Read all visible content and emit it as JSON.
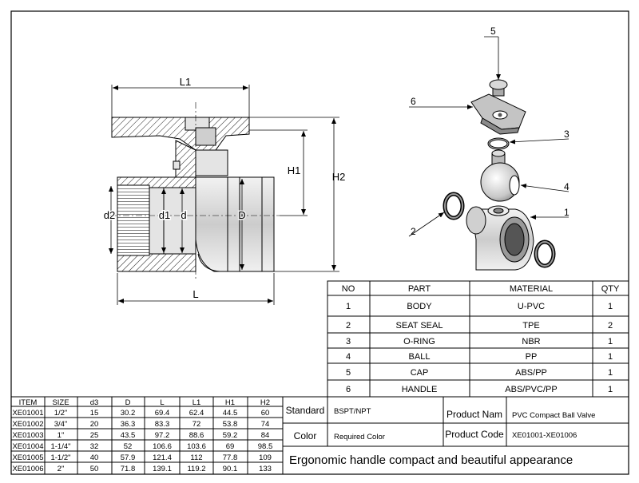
{
  "drawing": {
    "labels": {
      "L1": "L1",
      "H1": "H1",
      "H2": "H2",
      "d2": "d2",
      "d1": "d1",
      "d": "d",
      "D": "D",
      "L": "L"
    },
    "callouts": [
      "5",
      "6",
      "3",
      "4",
      "1",
      "2"
    ]
  },
  "parts_table": {
    "headers": [
      "NO",
      "PART",
      "MATERIAL",
      "QTY"
    ],
    "rows": [
      [
        "1",
        "BODY",
        "U-PVC",
        "1"
      ],
      [
        "2",
        "SEAT SEAL",
        "TPE",
        "2"
      ],
      [
        "3",
        "O-RING",
        "NBR",
        "1"
      ],
      [
        "4",
        "BALL",
        "PP",
        "1"
      ],
      [
        "5",
        "CAP",
        "ABS/PP",
        "1"
      ],
      [
        "6",
        "HANDLE",
        "ABS/PVC/PP",
        "1"
      ]
    ]
  },
  "size_table": {
    "headers": [
      "ITEM",
      "SIZE",
      "d3",
      "D",
      "L",
      "L1",
      "H1",
      "H2"
    ],
    "rows": [
      [
        "XE01001",
        "1/2\"",
        "15",
        "30.2",
        "69.4",
        "62.4",
        "44.5",
        "60"
      ],
      [
        "XE01002",
        "3/4\"",
        "20",
        "36.3",
        "83.3",
        "72",
        "53.8",
        "74"
      ],
      [
        "XE01003",
        "1\"",
        "25",
        "43.5",
        "97.2",
        "88.6",
        "59.2",
        "84"
      ],
      [
        "XE01004",
        "1-1/4\"",
        "32",
        "52",
        "106.6",
        "103.6",
        "69",
        "98.5"
      ],
      [
        "XE01005",
        "1-1/2\"",
        "40",
        "57.9",
        "121.4",
        "112",
        "77.8",
        "109"
      ],
      [
        "XE01006",
        "2\"",
        "50",
        "71.8",
        "139.1",
        "119.2",
        "90.1",
        "133"
      ]
    ]
  },
  "info": {
    "standard_label": "Standard",
    "standard_value": "BSPT/NPT",
    "product_name_label": "Product Nam",
    "product_name_value": "PVC Compact Ball Valve",
    "color_label": "Color",
    "color_value": "Required Color",
    "product_code_label": "Product Code",
    "product_code_value": "XE01001-XE01006",
    "slogan": "Ergonomic handle compact and beautiful appearance"
  }
}
